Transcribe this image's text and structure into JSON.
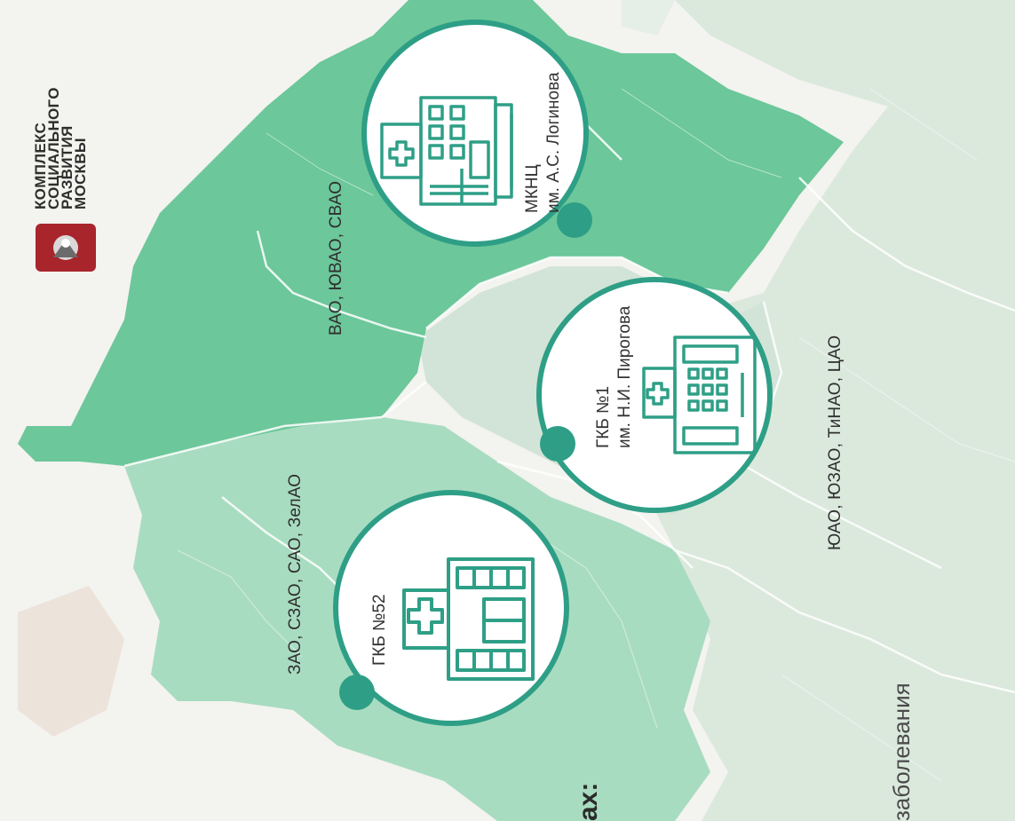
{
  "logo": {
    "lines": [
      "КОМПЛЕКС",
      "СОЦИАЛЬНОГО",
      "РАЗВИТИЯ",
      "МОСКВЫ"
    ],
    "emblem_icon": "moscow-coat-of-arms-icon"
  },
  "regions": {
    "east": "ВАО, ЮВАО, СВАО",
    "west": "ЗАО, СЗАО, САО, ЗелАО",
    "south": "ЮАО, ЮЗАО, ТиНАО, ЦАО"
  },
  "hospitals": {
    "gkb52": {
      "line1": "ГКБ №52",
      "line2": "",
      "icon": "hospital-building-icon"
    },
    "gkb1": {
      "line1": "ГКБ №1",
      "line2": "им. Н.И. Пирогова",
      "icon": "hospital-building-icon"
    },
    "mknc": {
      "line1": "МКНЦ",
      "line2": "им. А.С. Логинова",
      "icon": "hospital-building-icon"
    }
  },
  "heading_fragment": "ах:",
  "disease_fragment": "заболевания",
  "colors": {
    "accent": "#2e9f86",
    "east_region": "#6cc79a",
    "west_region": "#a8dcc0",
    "south_region": "#dbe9dd",
    "center_region": "#d2e4d7",
    "circle_fill": "#ffffff",
    "outside": "#f3f3ef"
  }
}
